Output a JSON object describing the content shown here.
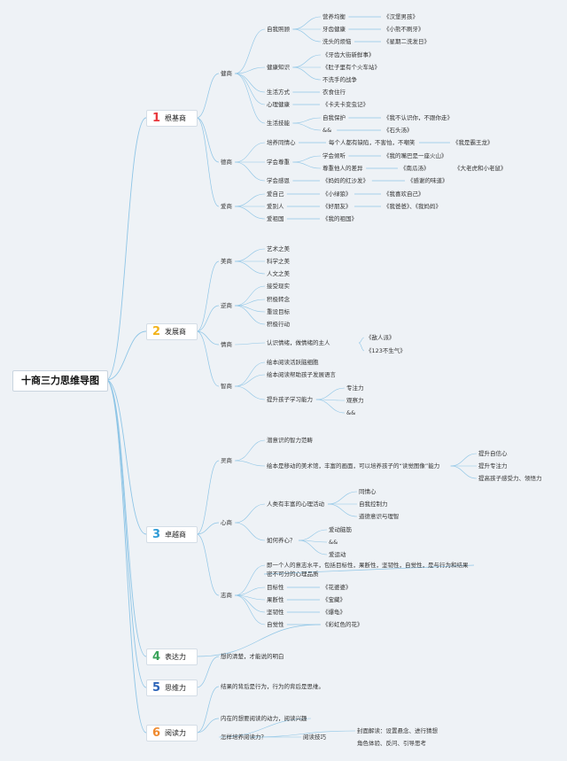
{
  "root": "十商三力思维导图",
  "main": [
    {
      "num": "1",
      "label": "根基商",
      "color": "#e8383d"
    },
    {
      "num": "2",
      "label": "发展商",
      "color": "#f2b31b"
    },
    {
      "num": "3",
      "label": "卓越商",
      "color": "#2e9bd6"
    },
    {
      "num": "4",
      "label": "表达力",
      "color": "#3aa35a"
    },
    {
      "num": "5",
      "label": "思维力",
      "color": "#2b63b8"
    },
    {
      "num": "6",
      "label": "阅读力",
      "color": "#ef8a2e"
    }
  ],
  "nodes": [
    "健商",
    "自我照顾",
    "营养均衡",
    "《汉堡男孩》",
    "牙齿健康",
    "《小熊不刷牙》",
    "洗头的烦恼",
    "《星期二洗发日》",
    "健康知识",
    "《牙齿大街新鲜事》",
    "《肚子里有个火车站》",
    "不洗手的战争",
    "生活方式",
    "衣食住行",
    "心理健康",
    "《卡夫卡变虫记》",
    "生活技能",
    "自我保护",
    "《我不认识你，不跟你走》",
    "&&",
    "《石头汤》",
    "德商",
    "培养同情心",
    "每个人都有缺陷，不害怕，不嘲笑",
    "《我是霸王龙》",
    "学会尊重",
    "学会倾听",
    "《我的嘴巴是一座火山》",
    "尊重他人的差异",
    "《南瓜汤》",
    "《大老虎和小老鼠》",
    "学会感恩",
    "《妈妈的红沙发》",
    "《感谢的味道》",
    "爱商",
    "爱自己",
    "《小绿狼》",
    "《我喜欢自己》",
    "爱别人",
    "《好朋友》",
    "《我爸爸》、《我妈妈》",
    "爱祖国",
    "《我的祖国》",
    "美商",
    "艺术之美",
    "科学之美",
    "人文之美",
    "逆商",
    "接受现实",
    "积极转念",
    "重设目标",
    "积极行动",
    "情商",
    "认识情绪，做情绪的主人",
    "《敌人派》",
    "《123不生气》",
    "智商",
    "绘本阅读活跃脑细胞",
    "绘本阅读帮助孩子发展语言",
    "提升孩子学习能力",
    "专注力",
    "观察力",
    "&&",
    "灵商",
    "潜意识的智力范畴",
    "绘本是移动的美术馆，丰富的画面，可以培养孩子的“读觉图像”能力",
    "提升自信心",
    "提升专注力",
    "提高孩子感受力、领悟力",
    "心商",
    "人类有丰富的心理活动",
    "同情心",
    "自我控制力",
    "道德意识与理智",
    "如何养心？",
    "爱动脑筋",
    "&&",
    "爱运动",
    "志商",
    "即一个人的意志水平，包括目标性，果断性，坚韧性，自觉性，是与行为和结果",
    "密不可分的心理品质",
    "目标性",
    "《花婆婆》",
    "果断性",
    "《宝藏》",
    "坚韧性",
    "《爆龟》",
    "自觉性",
    "《彩虹色的花》",
    "想的清楚，才能说的明白",
    "结果的背后是行为，行为的背后是思维。",
    "内在的想要阅读的动力，阅读兴趣",
    "怎样培养阅读力？",
    "阅读技巧",
    "封面解读：设置悬念、进行猜想",
    "角色体验、反问、引导思考"
  ],
  "line_color": "#8ec5e6"
}
